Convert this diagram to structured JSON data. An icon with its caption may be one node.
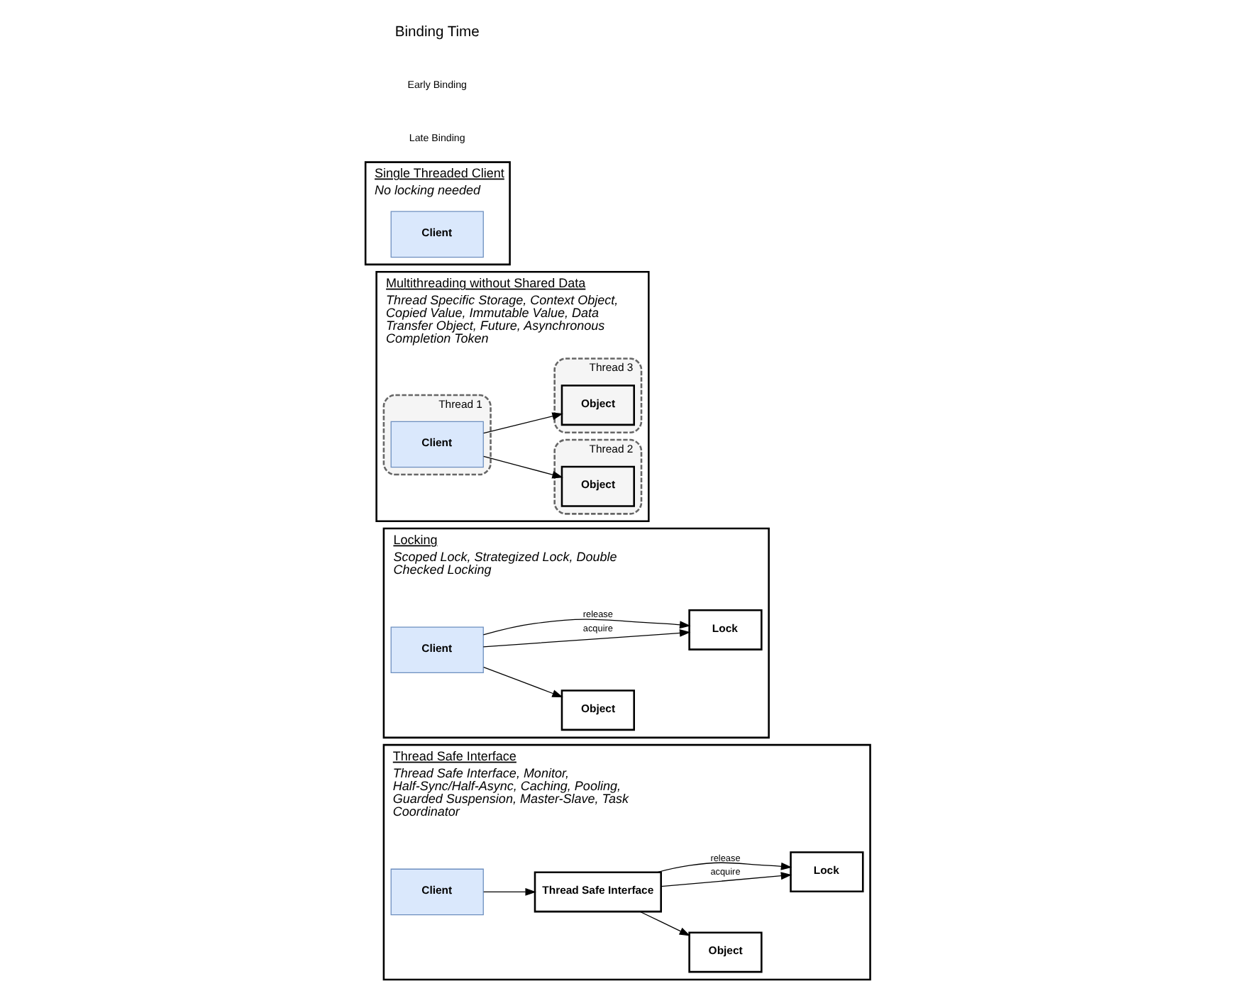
{
  "diagram": {
    "nodes": [
      {
        "text": [
          "Single Threaded Client",
          "No locking needed"
        ]
      },
      {
        "text": [
          "Client"
        ],
        "in": 0
      },
      {
        "text": [
          "Multithreading without Shared Data",
          "Thread Specific Storage, Context Object, Copied Value, Immutable Value, Data Transfer Object, Future, Asynchronous Completion Token"
        ]
      },
      {
        "text": [
          "Thread 1"
        ],
        "in": 2
      },
      {
        "text": [
          "Client"
        ],
        "in": 3
      },
      {
        "text": [
          "Thread 2"
        ],
        "in": 2
      },
      {
        "text": [
          "Object"
        ],
        "in": 5
      },
      {
        "text": [
          "Thread 3"
        ],
        "in": 2
      },
      {
        "text": [
          "Object"
        ],
        "in": 7
      },
      {
        "text": [
          "Locking",
          "Scoped Lock, Strategized Lock, Double Checked Locking"
        ]
      },
      {
        "text": [
          "Client"
        ],
        "in": 9
      },
      {
        "text": [
          "Object"
        ],
        "in": 9
      },
      {
        "text": [
          "Lock"
        ],
        "in": 9
      },
      {
        "text": [
          "Thread Safe Interface",
          "Thread Safe Interface, Monitor, Half-Sync/Half-Async, Caching, Pooling, Guarded Suspension, Master-Slave, Task Coordinator"
        ]
      },
      {
        "text": [
          "Client"
        ],
        "in": 13
      },
      {
        "text": [
          "Thread Safe Interface"
        ],
        "in": 13
      },
      {
        "text": [
          "Object"
        ],
        "in": 13
      },
      {
        "text": [
          "Lock"
        ],
        "in": 13
      }
    ],
    "edges": [
      {
        "from": 4,
        "to": 6,
        "arrow": "to"
      },
      {
        "from": 4,
        "to": 8,
        "arrow": "to"
      },
      {
        "from": 10,
        "to": 11,
        "arrow": "to"
      },
      {
        "from": 10,
        "to": 12,
        "arrow": "to",
        "label": "acquire"
      },
      {
        "from": 10,
        "to": 12,
        "arrow": "to",
        "label": "release"
      },
      {
        "from": 14,
        "to": 15,
        "arrow": "to"
      },
      {
        "from": 15,
        "to": 16,
        "arrow": "to"
      },
      {
        "from": 15,
        "to": 17,
        "arrow": "to",
        "label": "acquire"
      },
      {
        "from": 15,
        "to": 17,
        "arrow": "to",
        "label": "release"
      }
    ],
    "labels": [
      "Binding Time",
      "Early Binding",
      "Late Binding"
    ]
  }
}
